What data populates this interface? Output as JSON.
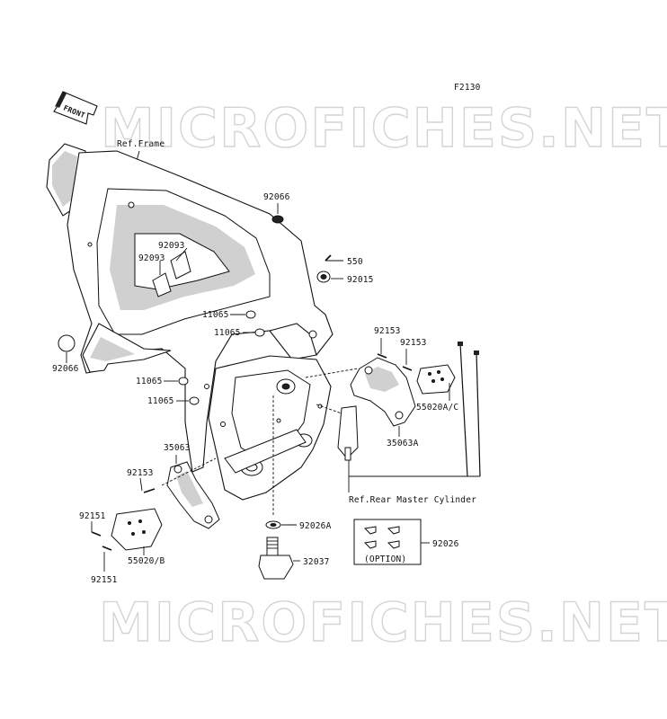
{
  "figure_code": "F2130",
  "watermark": "MICROFICHES.NET",
  "front_label": "FRONT",
  "references": {
    "frame": "Ref.Frame",
    "rear_master_cylinder": "Ref.Rear Master Cylinder"
  },
  "option_label": "(OPTION)",
  "parts": {
    "p92066_top": "92066",
    "p92093_a": "92093",
    "p92093_b": "92093",
    "p550": "550",
    "p92015": "92015",
    "p11065_a": "11065",
    "p11065_b": "11065",
    "p11065_c": "11065",
    "p11065_d": "11065",
    "p92066_left": "92066",
    "p92153_a": "92153",
    "p92153_b": "92153",
    "p55020ac": "55020A/C",
    "p35063a": "35063A",
    "p35063": "35063",
    "p92153_left": "92153",
    "p92151_a": "92151",
    "p55020b": "55020/B",
    "p92151_b": "92151",
    "p92026a": "92026A",
    "p32037": "32037",
    "p92026": "92026"
  }
}
